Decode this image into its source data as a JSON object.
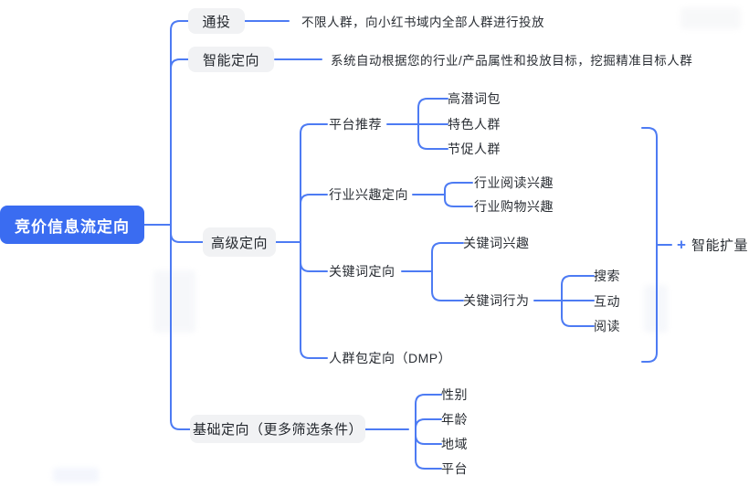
{
  "colors": {
    "line": "#4d7bf3",
    "root_bg": "#3a6cf1",
    "root_text": "#ffffff",
    "node_bg": "#f1f2f4",
    "text": "#2a2e34"
  },
  "mindmap": {
    "root": {
      "label": "竞价信息流定向"
    },
    "branches": [
      {
        "label": "通投",
        "description": "不限人群，向小红书域内全部人群进行投放"
      },
      {
        "label": "智能定向",
        "description": "系统自动根据您的行业/产品属性和投放目标，挖掘精准目标人群"
      },
      {
        "label": "高级定向",
        "annotation": {
          "plus": "+",
          "label": "智能扩量"
        },
        "children": [
          {
            "label": "平台推荐",
            "children": [
              {
                "label": "高潜词包"
              },
              {
                "label": "特色人群"
              },
              {
                "label": "节促人群"
              }
            ]
          },
          {
            "label": "行业兴趣定向",
            "children": [
              {
                "label": "行业阅读兴趣"
              },
              {
                "label": "行业购物兴趣"
              }
            ]
          },
          {
            "label": "关键词定向",
            "children": [
              {
                "label": "关键词兴趣"
              },
              {
                "label": "关键词行为",
                "children": [
                  {
                    "label": "搜索"
                  },
                  {
                    "label": "互动"
                  },
                  {
                    "label": "阅读"
                  }
                ]
              }
            ]
          },
          {
            "label": "人群包定向（DMP）"
          }
        ]
      },
      {
        "label": "基础定向（更多筛选条件）",
        "children": [
          {
            "label": "性别"
          },
          {
            "label": "年龄"
          },
          {
            "label": "地域"
          },
          {
            "label": "平台"
          }
        ]
      }
    ]
  }
}
